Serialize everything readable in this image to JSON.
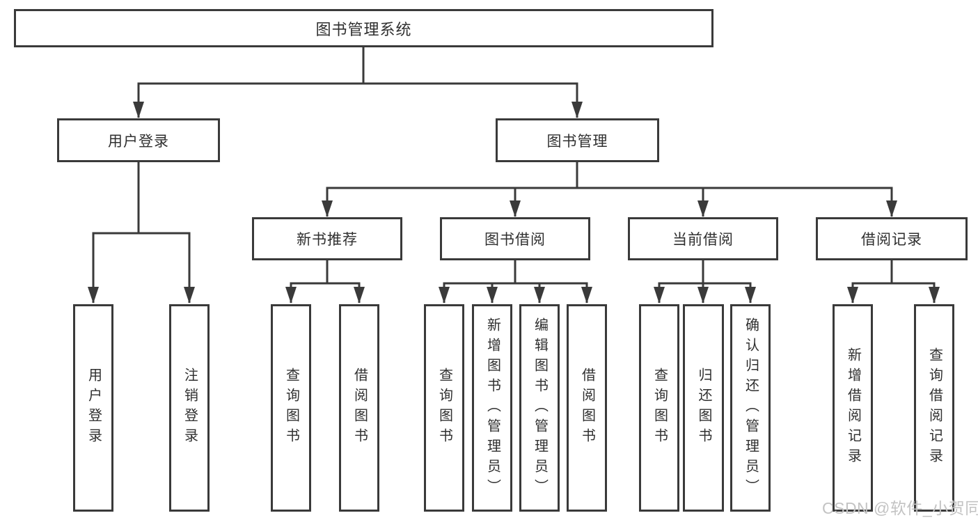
{
  "watermark": "CSDN @软件_小贺同学",
  "colors": {
    "line": "#3a3a3a",
    "text": "#2f2f2f",
    "box_background": "#ffffff",
    "watermark": "#c3c3c3"
  },
  "tree": {
    "label": "图书管理系统",
    "children": [
      {
        "label": "用户登录",
        "children": [
          {
            "label": "用户登录"
          },
          {
            "label": "注销登录"
          }
        ]
      },
      {
        "label": "图书管理",
        "children": [
          {
            "label": "新书推荐",
            "children": [
              {
                "label": "查询图书"
              },
              {
                "label": "借阅图书"
              }
            ]
          },
          {
            "label": "图书借阅",
            "children": [
              {
                "label": "查询图书"
              },
              {
                "label": "新增图书（管理员）"
              },
              {
                "label": "编辑图书（管理员）"
              },
              {
                "label": "借阅图书"
              }
            ]
          },
          {
            "label": "当前借阅",
            "children": [
              {
                "label": "查询图书"
              },
              {
                "label": "归还图书"
              },
              {
                "label": "确认归还（管理员）"
              }
            ]
          },
          {
            "label": "借阅记录",
            "children": [
              {
                "label": "新增借阅记录"
              },
              {
                "label": "查询借阅记录"
              }
            ]
          }
        ]
      }
    ]
  }
}
